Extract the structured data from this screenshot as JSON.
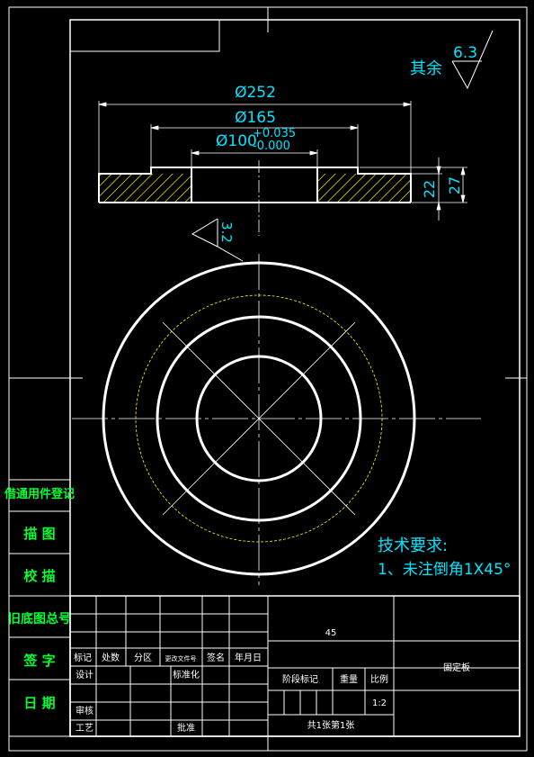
{
  "dimensions": {
    "d252": "Ø252",
    "d165": "Ø165",
    "d100": "Ø100",
    "tol_upper": "+0.035",
    "tol_lower": "-0.000",
    "h22": "22",
    "h27": "27"
  },
  "roughness": {
    "other_label": "其余",
    "other_value": "6.3",
    "surface_value": "3.2"
  },
  "tech": {
    "title": "技术要求:",
    "item1": "1、未注倒角1X45°"
  },
  "side_labels": [
    "借通用件登记",
    "描 图",
    "校 描",
    "旧底图总号",
    "签 字",
    "日 期"
  ],
  "title_block": {
    "material": "45",
    "part_name": "固定板",
    "row_labels": [
      "标记",
      "处数",
      "分区",
      "更改文件号",
      "签名",
      "年月日"
    ],
    "design": "设计",
    "standard": "标准化",
    "review": "审核",
    "process": "工艺",
    "approve": "批准",
    "stage_mark": "阶段标记",
    "weight": "重量",
    "scale": "比例",
    "scale_value": "1:2",
    "sheet_info": "共1张第1张"
  },
  "colors": {
    "line": "#ffffff",
    "dim": "#00e5ff",
    "hatch": "#ffff00",
    "hidden": "#ffff00",
    "side_text": "#00ff33"
  }
}
